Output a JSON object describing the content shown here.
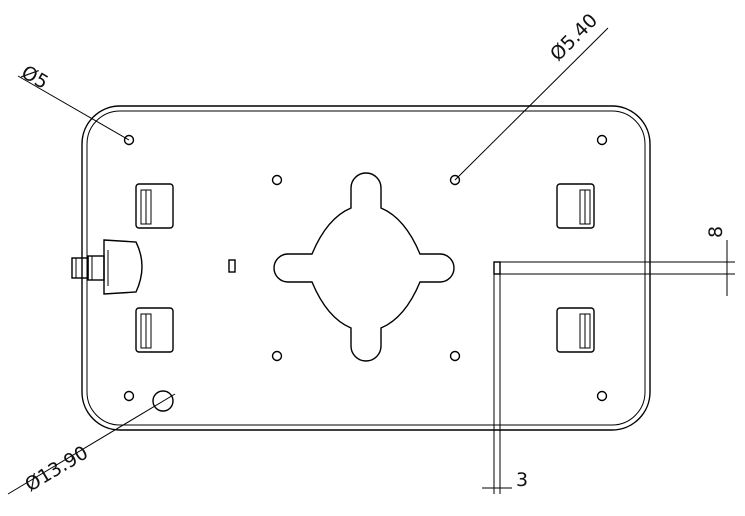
{
  "dimensions": {
    "hole_small_corner": "Ø5",
    "hole_mount": "Ø5.40",
    "hole_large": "Ø13.90",
    "slot_height": "8",
    "slot_width": "3"
  }
}
